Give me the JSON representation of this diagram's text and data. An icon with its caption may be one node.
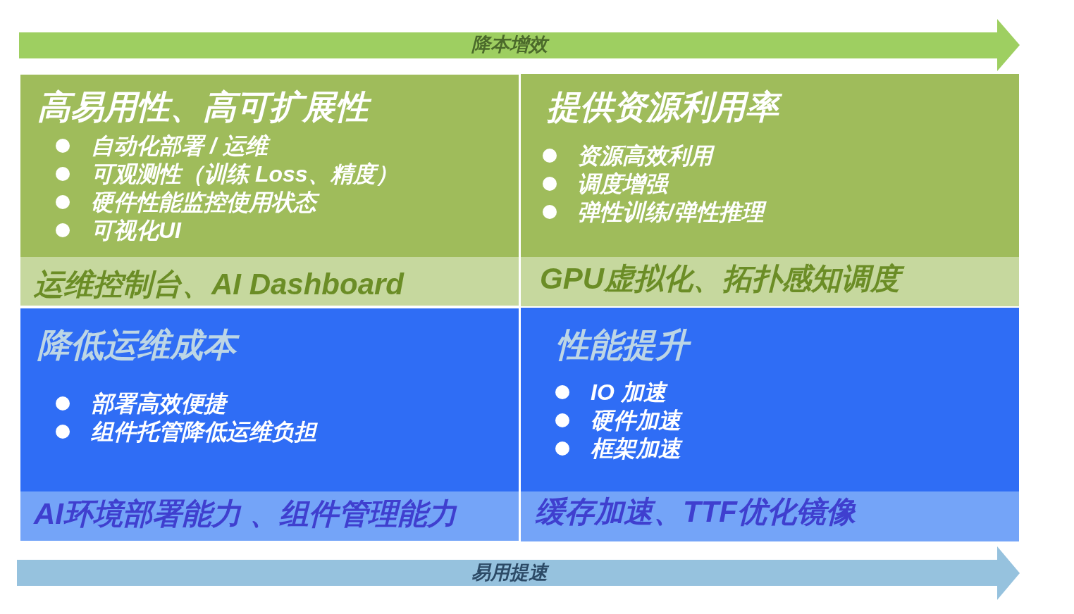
{
  "diagram": {
    "nodes": [
      {
        "text": [
          "降本增效"
        ]
      },
      {
        "text": [
          "高易用性、高可扩展性",
          "自动化部署 / 运维",
          "可观测性（训练 Loss、精度）",
          "硬件性能监控使用状态",
          "可视化UI"
        ]
      },
      {
        "text": [
          "运维控制台、AI Dashboard"
        ]
      },
      {
        "text": [
          "提供资源利用率",
          "资源高效利用",
          "调度增强",
          "弹性训练/弹性推理"
        ]
      },
      {
        "text": [
          "GPU虚拟化、拓扑感知调度"
        ]
      },
      {
        "text": [
          "降低运维成本",
          "部署高效便捷",
          "组件托管降低运维负担"
        ]
      },
      {
        "text": [
          "AI环境部署能力 、组件管理能力"
        ]
      },
      {
        "text": [
          "性能提升",
          "IO 加速",
          "硬件加速",
          "框架加速"
        ]
      },
      {
        "text": [
          "缓存加速、TTF优化镜像"
        ]
      },
      {
        "text": [
          "易用提速"
        ]
      }
    ]
  }
}
